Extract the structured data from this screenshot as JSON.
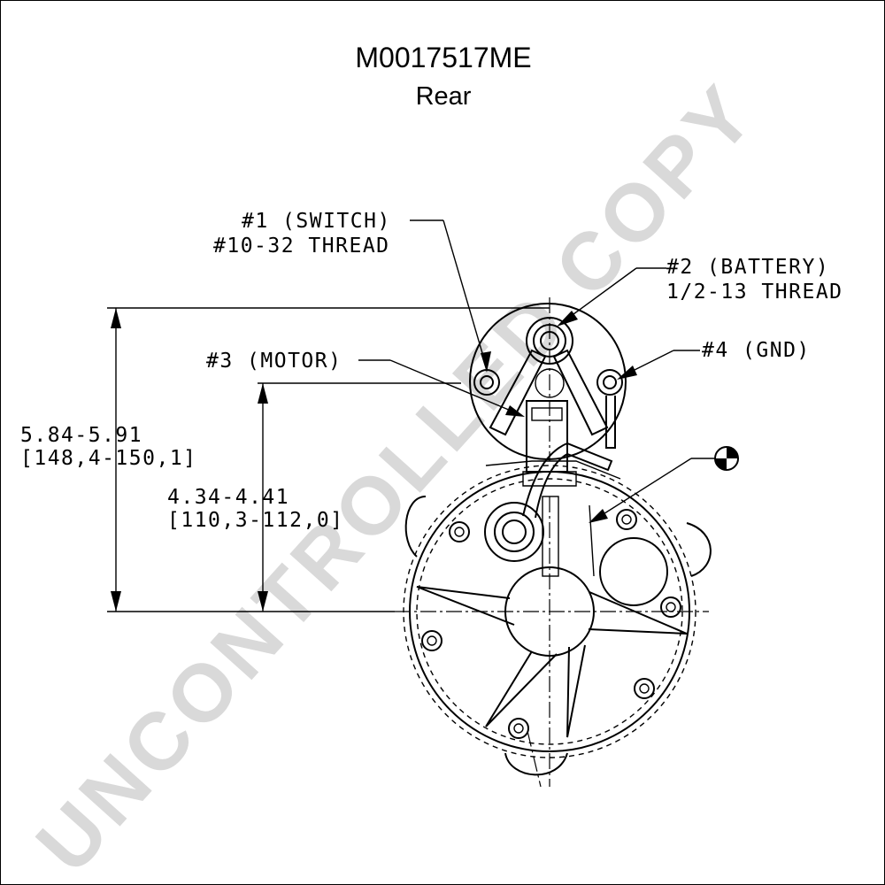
{
  "drawing": {
    "part_number": "M0017517ME",
    "view": "Rear",
    "watermark": "UNCONTROLLED COPY"
  },
  "callouts": {
    "switch": {
      "line1": "#1 (SWITCH)",
      "line2": "#10-32 THREAD"
    },
    "battery": {
      "line1": "#2 (BATTERY)",
      "line2": "1/2-13 THREAD"
    },
    "motor": {
      "line1": "#3 (MOTOR)"
    },
    "ground": {
      "line1": "#4 (GND)"
    }
  },
  "dimensions": {
    "overall_height": {
      "inch": "5.84-5.91",
      "mm": "[148,4-150,1]"
    },
    "motor_height": {
      "inch": "4.34-4.41",
      "mm": "[110,3-112,0]"
    }
  },
  "colors": {
    "line": "#000000",
    "watermark": "#d9d9d9",
    "background": "#ffffff"
  }
}
